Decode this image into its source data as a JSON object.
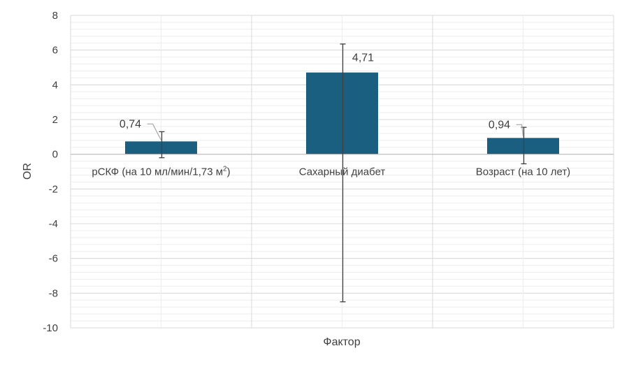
{
  "chart_data": {
    "type": "bar",
    "categories": [
      {
        "main": "рСКФ (на 10 мл/мин/1,73 м",
        "sup": "2",
        "tail": ")"
      },
      {
        "main": "Сахарный диабет",
        "sup": "",
        "tail": ""
      },
      {
        "main": "Возраст (на 10 лет)",
        "sup": "",
        "tail": ""
      }
    ],
    "values": [
      0.74,
      4.71,
      0.94
    ],
    "data_labels": [
      "0,74",
      "4,71",
      "0,94"
    ],
    "error_low": [
      -0.2,
      -8.5,
      -0.55
    ],
    "error_high": [
      1.3,
      6.35,
      1.55
    ],
    "xlabel": "Фактор",
    "ylabel": "OR",
    "ylim": [
      -10,
      8
    ],
    "yticks": [
      8,
      6,
      4,
      2,
      0,
      -2,
      -4,
      -6,
      -8,
      -10
    ],
    "minor_step": 0.4,
    "grid": true,
    "colors": {
      "bar": "#1A5E80",
      "major_grid": "#D9D9D9",
      "minor_grid": "#EDEDED",
      "error_bar": "#404040",
      "leader": "#A6A6A6",
      "text": "#404040"
    }
  }
}
